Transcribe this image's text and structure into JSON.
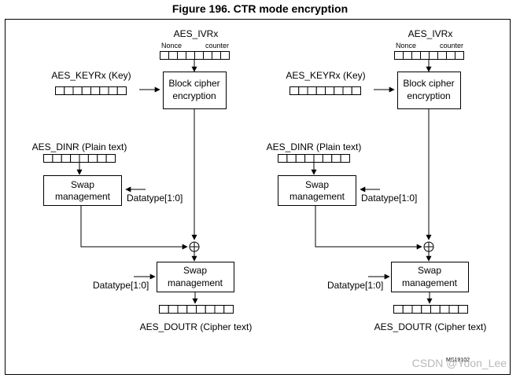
{
  "figure": {
    "title": "Figure 196. CTR mode encryption",
    "id_label": "MS19102",
    "watermark": "CSDN @Yoon_Lee"
  },
  "panels": [
    {
      "iv_label": "AES_IVRx",
      "nonce_label": "Nonce",
      "counter_label": "counter",
      "key_label": "AES_KEYRx (Key)",
      "cipher_box": [
        "Block cipher",
        "encryption"
      ],
      "din_label": "AES_DINR (Plain text)",
      "swap_in_box": [
        "Swap",
        "management"
      ],
      "datatype_in": "Datatype[1:0]",
      "swap_out_box": [
        "Swap",
        "management"
      ],
      "datatype_out": "Datatype[1:0]",
      "dout_label": "AES_DOUTR (Cipher text)"
    },
    {
      "iv_label": "AES_IVRx",
      "nonce_label": "Nonce",
      "counter_label": "counter",
      "key_label": "AES_KEYRx (Key)",
      "cipher_box": [
        "Block cipher",
        "encryption"
      ],
      "din_label": "AES_DINR (Plain text)",
      "swap_in_box": [
        "Swap",
        "management"
      ],
      "datatype_in": "Datatype[1:0]",
      "swap_out_box": [
        "Swap",
        "management"
      ],
      "datatype_out": "Datatype[1:0]",
      "dout_label": "AES_DOUTR (Cipher text)"
    }
  ]
}
